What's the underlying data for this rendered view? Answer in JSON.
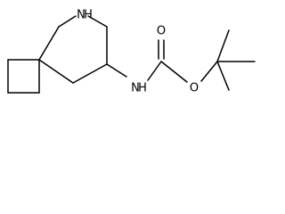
{
  "molecule": {
    "atoms": {
      "ring_nitrogen": "N",
      "ring_nitrogen_hydrogen": "H",
      "carbamate_nitrogen": "N",
      "carbamate_nitrogen_hydrogen": "H",
      "carbonyl_oxygen": "O",
      "ester_oxygen": "O"
    },
    "colors": {
      "bond": "#000000",
      "label": "#000000",
      "background": "#ffffff"
    }
  }
}
